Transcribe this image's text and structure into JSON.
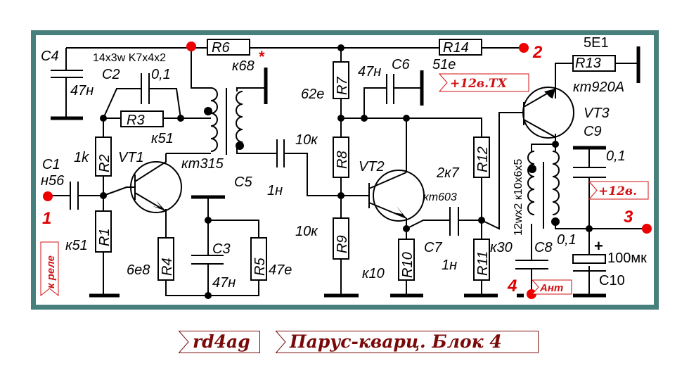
{
  "title_banners": {
    "author": "rd4ag",
    "title": "Парус-кварц. Блок 4"
  },
  "colors": {
    "frame": "#477f7c",
    "wire": "#000000",
    "terminal": "#ee0000",
    "banner_text": "#7a0a0a",
    "tag_text": "#d01010"
  },
  "components": {
    "C1": {
      "ref": "C1",
      "value": "н56"
    },
    "C2": {
      "ref": "C2",
      "value": "0,1"
    },
    "C3": {
      "ref": "C3",
      "value": "47н"
    },
    "C4": {
      "ref": "C4",
      "value": "47н"
    },
    "C5": {
      "ref": "C5",
      "value": "1н"
    },
    "C6": {
      "ref": "C6",
      "value": "47н"
    },
    "C7": {
      "ref": "C7",
      "value": "1н"
    },
    "C8": {
      "ref": "C8",
      "value": "0,1"
    },
    "C9": {
      "ref": "C9",
      "value": "0,1"
    },
    "C10": {
      "ref": "C10",
      "value": "100мк",
      "polarity": "+"
    },
    "R1": {
      "ref": "R1",
      "value": "к51"
    },
    "R2": {
      "ref": "R2",
      "value": "1k"
    },
    "R3": {
      "ref": "R3",
      "value": "к51"
    },
    "R4": {
      "ref": "R4",
      "value": "6е8"
    },
    "R5": {
      "ref": "R5",
      "value": "47е"
    },
    "R6": {
      "ref": "R6",
      "value": "к68",
      "mark": "*"
    },
    "R7": {
      "ref": "R7",
      "value": "62е"
    },
    "R8": {
      "ref": "R8",
      "value": "10к"
    },
    "R9": {
      "ref": "R9",
      "value": "10к"
    },
    "R10": {
      "ref": "R10",
      "value": "к10"
    },
    "R11": {
      "ref": "R11",
      "value": "к30"
    },
    "R12": {
      "ref": "R12",
      "value": "2к7"
    },
    "R13": {
      "ref": "R13",
      "value": "5Е1"
    },
    "R14": {
      "ref": "R14",
      "value": "51е"
    },
    "VT1": {
      "ref": "VT1",
      "type": "кт315"
    },
    "VT2": {
      "ref": "VT2",
      "type": "кт603"
    },
    "VT3": {
      "ref": "VT3",
      "type": "кт920А"
    },
    "T1": {
      "winding": "14x3w K7x4x2"
    },
    "T2": {
      "winding": "12wx2 к10x6x5"
    }
  },
  "terminals": {
    "t1": "1",
    "t2": "2",
    "t3": "3",
    "t4": "4"
  },
  "tags": {
    "relay": "к реле",
    "tx12": "+12в.TX",
    "v12": "+12в.",
    "ant": "Ант"
  }
}
